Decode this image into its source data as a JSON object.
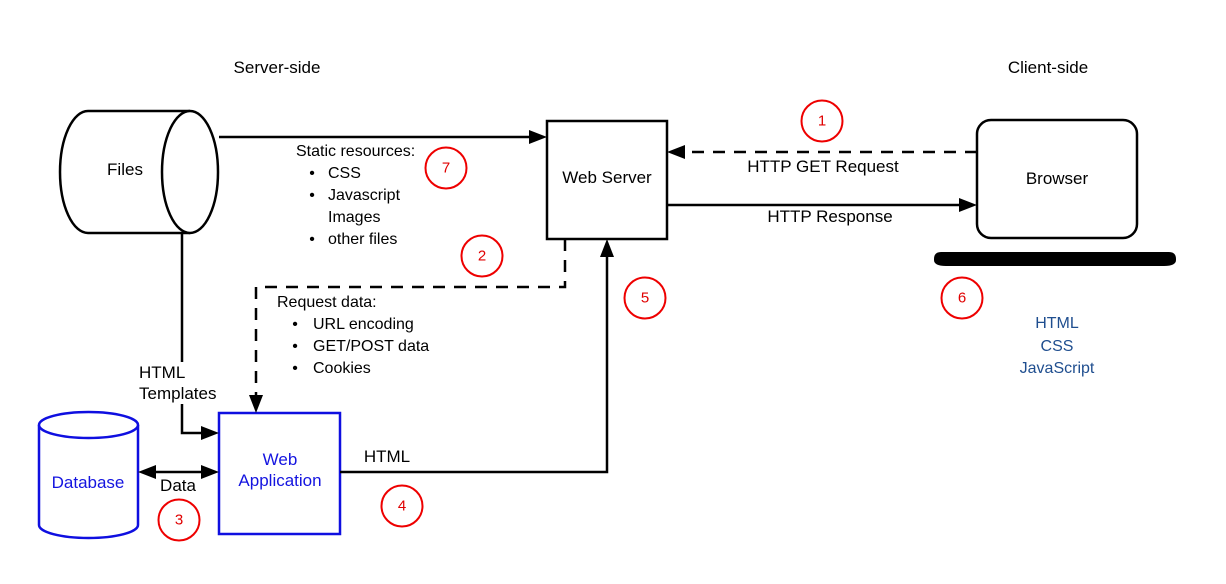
{
  "headers": {
    "server_side": "Server-side",
    "client_side": "Client-side"
  },
  "nodes": {
    "files": {
      "label": "Files"
    },
    "web_server": {
      "label": "Web Server"
    },
    "browser": {
      "label": "Browser"
    },
    "database": {
      "label": "Database"
    },
    "web_application": {
      "lines": [
        "Web",
        "Application"
      ]
    }
  },
  "edges": {
    "http_get": {
      "label": "HTTP GET Request"
    },
    "http_response": {
      "label": "HTTP Response"
    },
    "html_templates": {
      "lines": [
        "HTML",
        "Templates"
      ]
    },
    "data": {
      "label": "Data"
    },
    "html": {
      "label": "HTML"
    }
  },
  "static_resources": {
    "title": "Static resources:",
    "items": [
      {
        "bullet": "•",
        "label": "CSS"
      },
      {
        "bullet": "•",
        "label": "Javascript"
      },
      {
        "bullet": "",
        "label": "Images"
      },
      {
        "bullet": "•",
        "label": "other files"
      }
    ]
  },
  "request_data": {
    "title": "Request data:",
    "items": [
      {
        "bullet": "•",
        "label": "URL encoding"
      },
      {
        "bullet": "•",
        "label": "GET/POST data"
      },
      {
        "bullet": "•",
        "label": "Cookies"
      }
    ]
  },
  "client_tech": {
    "lines": [
      "HTML",
      "CSS",
      "JavaScript"
    ]
  },
  "badges": [
    "1",
    "2",
    "3",
    "4",
    "5",
    "6",
    "7"
  ],
  "colors": {
    "shape_black": "#000000",
    "shape_blue": "#0f0fe0",
    "blue_text": "#1414e0",
    "badge_red": "#ee0000",
    "client_tech_navy": "#1f4e8f",
    "background": "#ffffff"
  }
}
